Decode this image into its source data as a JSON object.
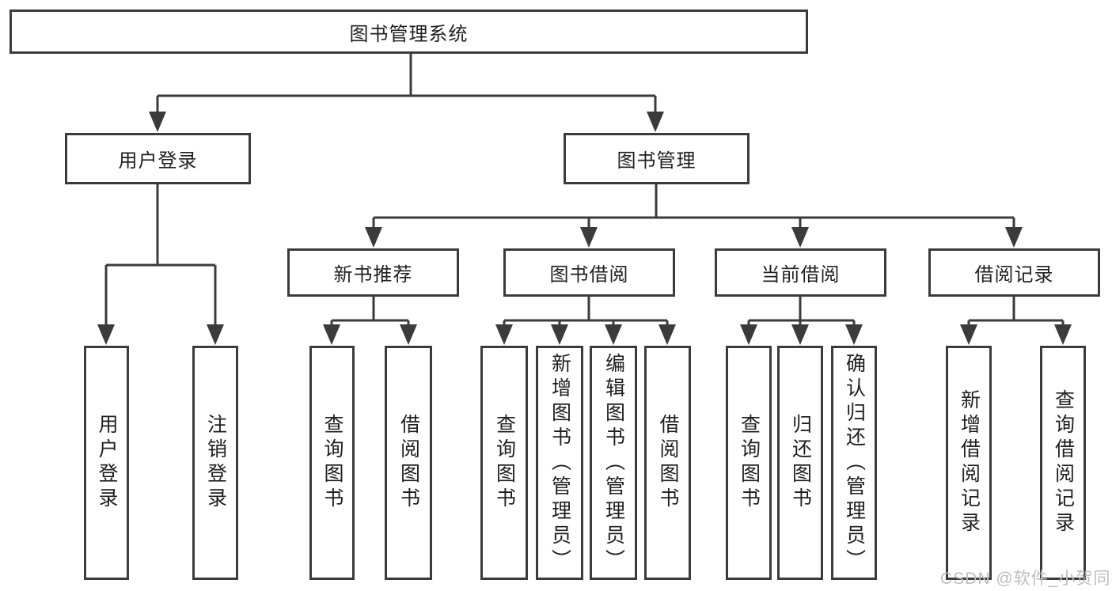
{
  "colors": {
    "line": "#3b3b3b",
    "text": "#1f1f1f",
    "watermark": "#bdbdbd",
    "background": "#ffffff"
  },
  "root": {
    "label": "图书管理系统"
  },
  "branches": {
    "user_login": {
      "label": "用户登录",
      "children": [
        {
          "label": "用户登录"
        },
        {
          "label": "注销登录"
        }
      ]
    },
    "book_mgmt": {
      "label": "图书管理",
      "children": [
        {
          "label": "新书推荐",
          "children": [
            {
              "label": "查询图书"
            },
            {
              "label": "借阅图书"
            }
          ]
        },
        {
          "label": "图书借阅",
          "children": [
            {
              "label": "查询图书"
            },
            {
              "label": "新增图书（管理员）"
            },
            {
              "label": "编辑图书（管理员）"
            },
            {
              "label": "借阅图书"
            }
          ]
        },
        {
          "label": "当前借阅",
          "children": [
            {
              "label": "查询图书"
            },
            {
              "label": "归还图书"
            },
            {
              "label": "确认归还（管理员）"
            }
          ]
        },
        {
          "label": "借阅记录",
          "children": [
            {
              "label": "新增借阅记录"
            },
            {
              "label": "查询借阅记录"
            }
          ]
        }
      ]
    }
  },
  "watermark": {
    "text": "CSDN @软件_小贺同学"
  }
}
